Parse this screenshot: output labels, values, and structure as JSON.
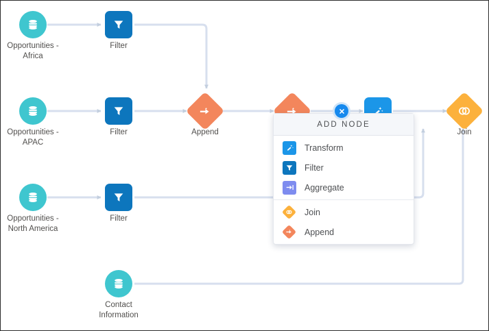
{
  "canvas": {
    "background": "#ffffff",
    "border_color": "#2b2b2b",
    "wire_color": "#d7dfee",
    "arrow_color": "#c2cede"
  },
  "palette": {
    "source_teal": "#3fc6cf",
    "filter_blue": "#0d76bd",
    "transform_blue": "#1b96e8",
    "aggregate_purple": "#7e8cef",
    "append_orange": "#f3865c",
    "join_amber": "#fcb13c",
    "close_blue": "#1589ee",
    "label_text": "#514f4d"
  },
  "nodes": [
    {
      "id": "src-africa",
      "type": "source",
      "icon": "database-icon",
      "label": "Opportunities -\nAfrica"
    },
    {
      "id": "filter-africa",
      "type": "filter",
      "icon": "funnel-icon",
      "label": "Filter"
    },
    {
      "id": "src-apac",
      "type": "source",
      "icon": "database-icon",
      "label": "Opportunities -\nAPAC"
    },
    {
      "id": "filter-apac",
      "type": "filter",
      "icon": "funnel-icon",
      "label": "Filter"
    },
    {
      "id": "append-1",
      "type": "append",
      "icon": "append-icon",
      "label": "Append"
    },
    {
      "id": "src-na",
      "type": "source",
      "icon": "database-icon",
      "label": "Opportunities -\nNorth America"
    },
    {
      "id": "filter-na",
      "type": "filter",
      "icon": "funnel-icon",
      "label": "Filter"
    },
    {
      "id": "append-2",
      "type": "append",
      "icon": "append-icon",
      "label": ""
    },
    {
      "id": "transform-1",
      "type": "transform",
      "icon": "magic-wand-icon",
      "label": ""
    },
    {
      "id": "join-1",
      "type": "join",
      "icon": "join-circles-icon",
      "label": "Join"
    },
    {
      "id": "src-contact",
      "type": "source",
      "icon": "database-icon",
      "label": "Contact\nInformation"
    }
  ],
  "popup": {
    "title": "ADD NODE",
    "close_icon": "close-icon",
    "groups": [
      {
        "items": [
          {
            "label": "Transform",
            "icon": "transform-icon",
            "kind": "transform"
          },
          {
            "label": "Filter",
            "icon": "filter-icon",
            "kind": "filter"
          },
          {
            "label": "Aggregate",
            "icon": "aggregate-icon",
            "kind": "aggregate"
          }
        ]
      },
      {
        "items": [
          {
            "label": "Join",
            "icon": "join-icon",
            "kind": "join"
          },
          {
            "label": "Append",
            "icon": "append-icon",
            "kind": "append"
          }
        ]
      }
    ]
  }
}
